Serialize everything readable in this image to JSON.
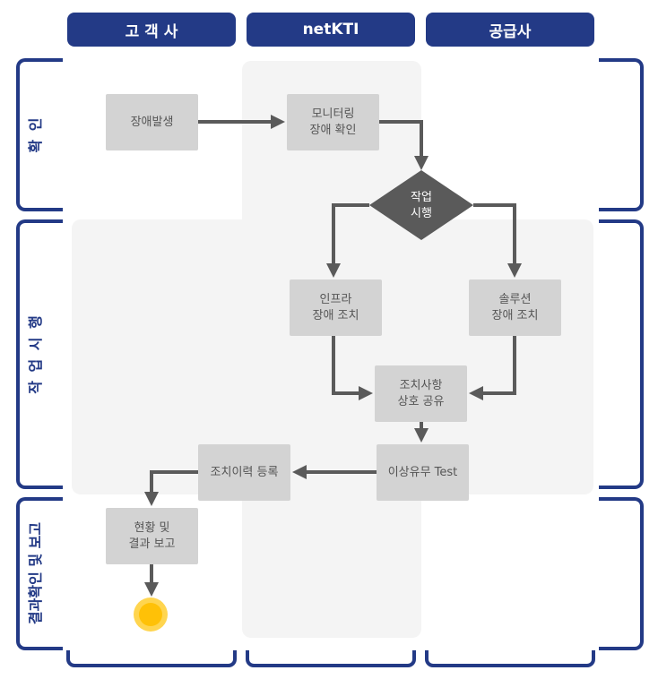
{
  "columns": [
    "고 객 사",
    "netKTI",
    "공급사"
  ],
  "rows": [
    "확 인",
    "작 업 시 행",
    "결과확인 및 보고"
  ],
  "nodes": {
    "incident": "장애발생",
    "monitoring": "모니터링\n장애 확인",
    "decision": "작업\n시행",
    "infra": "인프라\n장애 조치",
    "solution": "솔루션\n장애 조치",
    "share": "조치사항\n상호 공유",
    "test": "이상유무 Test",
    "history": "조치이력 등록",
    "report": "현황 및\n결과 보고"
  },
  "colors": {
    "accent": "#233a86",
    "node": "#d3d3d3",
    "arrow": "#5a5a5a",
    "end": "#ffc107"
  }
}
